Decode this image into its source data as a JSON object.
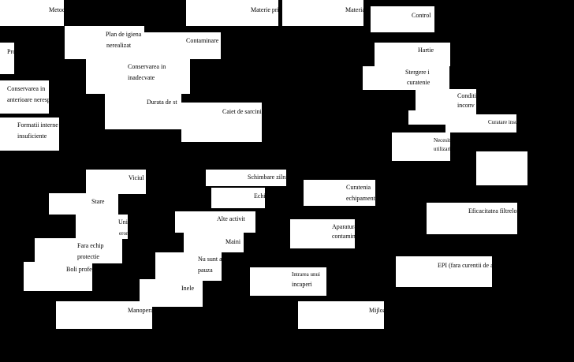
{
  "labels": {
    "metode": "Metode",
    "materie_prima": "Materie prima",
    "materiale": "Materiale",
    "control": "Control",
    "plan_de_igiena": "Plan de igiena",
    "nerealizat": "nerealizat",
    "contaminare": "Contaminare",
    "hartie": "Hartie",
    "proceduri": "Proceduri",
    "conservarea_inadecvata": "Conservarea in",
    "inadecvata": "inadecvate",
    "stergere": "Stergere i",
    "curatenie": "curatenie",
    "conservarea_anterioara": "Conservarea in",
    "anterioare": "anterioare nerespe",
    "durata_de_stocare": "Durata de st",
    "conditii": "Conditii",
    "inconv": "inconv",
    "caiet_de_sarcini": "Caiet de sarcini",
    "curatare_insuf": "Curatare insuf",
    "formatii": "Formatii interne",
    "insuficiente": "insuficiente",
    "necesitate": "Necesit",
    "utilizari": "utilizari",
    "viciul": "Viciul",
    "schimbare_zilnica": "Schimbare zilnica",
    "stare": "Stare",
    "echipament": "Echi",
    "curatenia": "Curatenia",
    "echipamentului": "echipament",
    "eficacitatea_filtrelor": "Eficacitatea filtrelor",
    "uniforme": "Uni",
    "erori": "erori",
    "alte_activitati": "Alte activit",
    "aparatura": "Aparatura",
    "contaminare_2": "contamin",
    "fara_echipament": "Fara echip",
    "protectie": "protectie",
    "mana": "Maini",
    "nu_sunt": "Nu sunt a",
    "pauza": "pauza",
    "epi": "EPI (fara curentii de ae",
    "boli_profesionale": "Boli profe",
    "intrarea": "Intrarea unui",
    "incaperi": "incaperi",
    "inele": "Inele",
    "manopera": "Manopera",
    "mijloace": "Mijloa"
  }
}
